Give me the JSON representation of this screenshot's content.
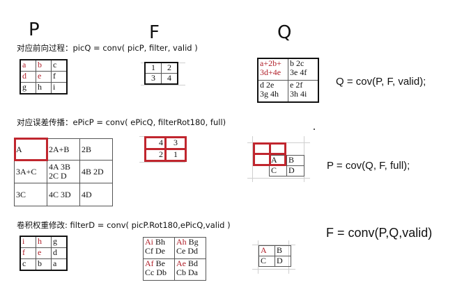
{
  "titles": {
    "p": "P",
    "f": "F",
    "q": "Q"
  },
  "captions": {
    "forward": "对应前向过程：picQ = conv( picP, filter, valid )",
    "backprop": "对应误差传播：ePicP = conv( ePicQ, filterRot180, full)",
    "update": "卷积权重修改: filterD = conv( picP.Rot180,ePicQ,valid )"
  },
  "equations": {
    "q_eq": "Q = cov(P, F, valid);",
    "p_eq": "P = cov(Q, F, full);",
    "f_eq": "F = conv(P,Q,valid)"
  },
  "grid_p": [
    [
      "a",
      "b",
      "c"
    ],
    [
      "d",
      "e",
      "f"
    ],
    [
      "g",
      "h",
      "i"
    ]
  ],
  "grid_f": [
    [
      "1",
      "2"
    ],
    [
      "3",
      "4"
    ]
  ],
  "grid_q": [
    [
      {
        "r": "a+2b+",
        "k": ""
      },
      {
        "r": "",
        "k": "b 2c"
      }
    ],
    [
      {
        "r": "3d+4e",
        "k": ""
      },
      {
        "r": "",
        "k": "3e 4f"
      }
    ],
    [
      {
        "r": "",
        "k": "d 2e"
      },
      {
        "r": "",
        "k": "e 2f"
      }
    ],
    [
      {
        "r": "",
        "k": "3g 4h"
      },
      {
        "r": "",
        "k": "3h 4i"
      }
    ]
  ],
  "grid_ep": [
    [
      "A",
      "2A+B",
      "2B"
    ],
    [
      "3A+C",
      "4A 3B 2C D",
      "4B 2D"
    ],
    [
      "3C",
      "4C 3D",
      "4D"
    ]
  ],
  "grid_rot": [
    [
      "4",
      "3"
    ],
    [
      "2",
      "1"
    ]
  ],
  "grid_eq": [
    [
      "A",
      "B"
    ],
    [
      "C",
      "D"
    ]
  ],
  "grid_prot": [
    [
      "i",
      "h",
      "g"
    ],
    [
      "f",
      "e",
      "d"
    ],
    [
      "c",
      "b",
      "a"
    ]
  ],
  "grid_fd": [
    [
      {
        "a": "Ai",
        "b": " Bh"
      },
      {
        "a": "Ah",
        "b": " Bg"
      }
    ],
    [
      {
        "a": "",
        "b": "Cf De"
      },
      {
        "a": "",
        "b": "Ce Dd"
      }
    ],
    [
      {
        "a": "Af",
        "b": " Be"
      },
      {
        "a": "Ae",
        "b": " Bd"
      }
    ],
    [
      {
        "a": "",
        "b": "Cc Db"
      },
      {
        "a": "",
        "b": "Cb Da"
      }
    ]
  ],
  "grid_eq2": [
    [
      "A",
      "B"
    ],
    [
      "C",
      "D"
    ]
  ]
}
